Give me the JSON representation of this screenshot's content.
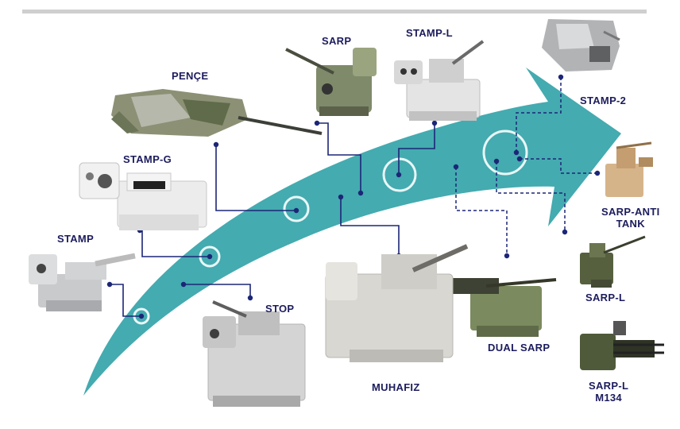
{
  "labels": {
    "stamp": "STAMP",
    "stamp_g": "STAMP-G",
    "pence": "PENÇE",
    "sarp": "SARP",
    "stamp_l": "STAMP-L",
    "stamp_2": "STAMP-2",
    "sarp_anti_tank_1": "SARP-ANTI",
    "sarp_anti_tank_2": "TANK",
    "sarp_l": "SARP-L",
    "sarp_l_m134_1": "SARP-L",
    "sarp_l_m134_2": "M134",
    "dual_sarp": "DUAL SARP",
    "muhafiz": "MUHAFIZ",
    "stop": "STOP"
  },
  "colors": {
    "arrow": "#3aa6ac",
    "connector": "#1c2677",
    "label": "#1c1c5e",
    "background": "#ffffff",
    "topbar": "#cfcfcf"
  },
  "connector_styles": {
    "stamp": "solid",
    "stamp_g": "solid",
    "pence": "solid",
    "sarp": "solid",
    "stamp_l": "solid",
    "stop": "solid",
    "muhafiz": "solid",
    "dual_sarp": "dashed",
    "stamp_2": "dashed",
    "sarp_anti_tank": "dashed",
    "sarp_l": "dashed"
  }
}
